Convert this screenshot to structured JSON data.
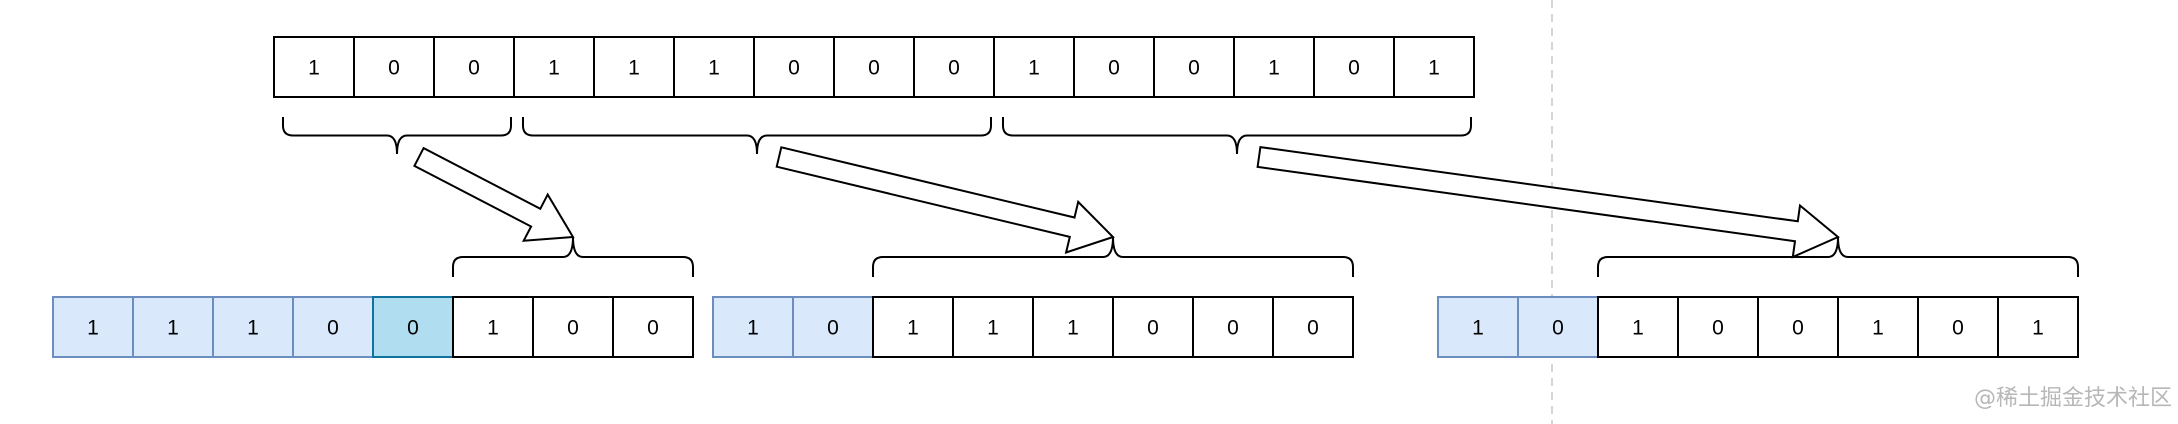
{
  "source_bits": [
    "1",
    "0",
    "0",
    "1",
    "1",
    "1",
    "0",
    "0",
    "0",
    "1",
    "0",
    "0",
    "1",
    "0",
    "1"
  ],
  "groups": [
    {
      "source_range": [
        0,
        3
      ],
      "result_bits": [
        {
          "v": "1",
          "style": "pad"
        },
        {
          "v": "1",
          "style": "pad"
        },
        {
          "v": "1",
          "style": "pad"
        },
        {
          "v": "0",
          "style": "pad"
        },
        {
          "v": "0",
          "style": "highlight"
        },
        {
          "v": "1",
          "style": "data"
        },
        {
          "v": "0",
          "style": "data"
        },
        {
          "v": "0",
          "style": "data"
        }
      ]
    },
    {
      "source_range": [
        3,
        9
      ],
      "result_bits": [
        {
          "v": "1",
          "style": "pad"
        },
        {
          "v": "0",
          "style": "pad"
        },
        {
          "v": "1",
          "style": "data"
        },
        {
          "v": "1",
          "style": "data"
        },
        {
          "v": "1",
          "style": "data"
        },
        {
          "v": "0",
          "style": "data"
        },
        {
          "v": "0",
          "style": "data"
        },
        {
          "v": "0",
          "style": "data"
        }
      ]
    },
    {
      "source_range": [
        9,
        15
      ],
      "result_bits": [
        {
          "v": "1",
          "style": "pad"
        },
        {
          "v": "0",
          "style": "pad"
        },
        {
          "v": "1",
          "style": "data"
        },
        {
          "v": "0",
          "style": "data"
        },
        {
          "v": "0",
          "style": "data"
        },
        {
          "v": "1",
          "style": "data"
        },
        {
          "v": "0",
          "style": "data"
        },
        {
          "v": "1",
          "style": "data"
        }
      ]
    }
  ],
  "colors": {
    "pad_fill": "#dae8fc",
    "pad_stroke": "#6c8ebf",
    "highlight_fill": "#b1ddf0",
    "highlight_stroke": "#10739e",
    "data_fill": "#ffffff",
    "data_stroke": "#000000",
    "divider": "#c8c8c8"
  },
  "watermark": "@稀土掘金技术社区"
}
